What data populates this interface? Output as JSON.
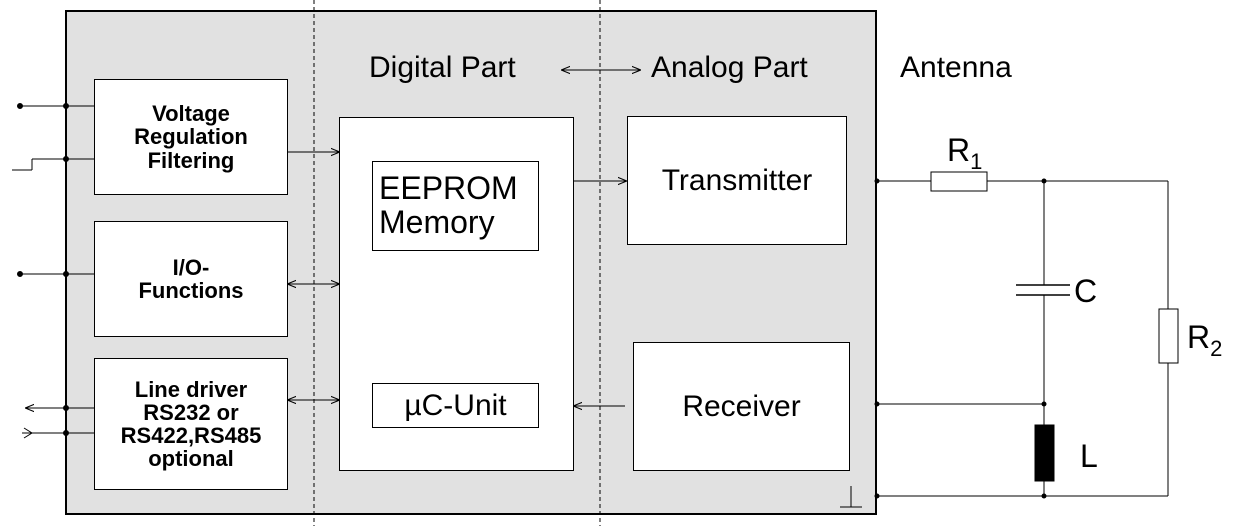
{
  "headers": {
    "digital": "Digital Part",
    "analog": "Analog Part",
    "antenna": "Antenna"
  },
  "blocks": {
    "voltage": [
      "Voltage",
      "Regulation",
      "Filtering"
    ],
    "io": [
      "I/O-",
      "Functions"
    ],
    "line_driver": [
      "Line driver",
      "RS232 or",
      "RS422,RS485",
      "optional"
    ],
    "eeprom": [
      "EEPROM",
      "Memory"
    ],
    "uc_unit": "µC-Unit",
    "transmitter": "Transmitter",
    "receiver": "Receiver"
  },
  "components": {
    "r1": {
      "letter": "R",
      "sub": "1"
    },
    "r2": {
      "letter": "R",
      "sub": "2"
    },
    "c": "C",
    "l": "L"
  },
  "symbols": {
    "ground": "⊥",
    "bidirectional_arrow": "↔"
  }
}
